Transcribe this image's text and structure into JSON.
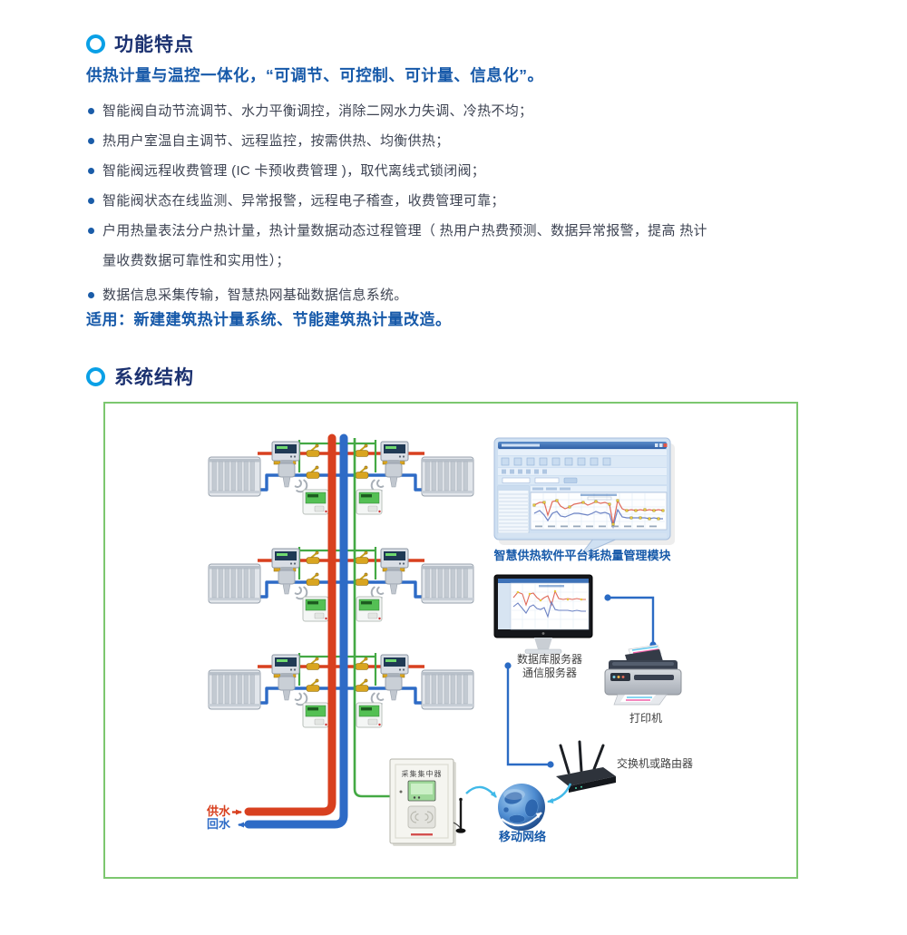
{
  "features": {
    "title": "功能特点",
    "lead": "供热计量与温控一体化，“可调节、可控制、可计量、信息化”。",
    "items": [
      "智能阀自动节流调节、水力平衡调控，消除二网水力失调、冷热不均；",
      "热用户室温自主调节、远程监控，按需供热、均衡供热；",
      "智能阀远程收费管理 (IC 卡预收费管理 )，取代离线式锁闭阀；",
      "智能阀状态在线监测、异常报警，远程电子稽查，收费管理可靠；",
      "户用热量表法分户热计量，热计量数据动态过程管理（ 热用户热费预测、数据异常报警，提高 热计量收费数据可靠性和实用性）；",
      "数据信息采集传输，智慧热网基础数据信息系统。"
    ],
    "applicable": "适用：新建建筑热计量系统、节能建筑热计量改造。"
  },
  "system": {
    "title": "系统结构",
    "labels": {
      "software": "智慧供热软件平台耗热量管理模块",
      "server_line1": "数据库服务器",
      "server_line2": "通信服务器",
      "printer": "打印机",
      "router": "交换机或路由器",
      "mobile": "移动网络",
      "supply": "供水",
      "return": "回水",
      "collector": "采集集中器"
    },
    "colors": {
      "supply_pipe": "#D8401F",
      "return_pipe": "#2E6BC6",
      "data_line": "#44A944",
      "link_line": "#2B6BC4",
      "arrow_cyan": "#41B9E8",
      "accent_blue": "#1659A9",
      "title_navy": "#1B3170",
      "section_ring": "#0AA0E6",
      "border_green": "#7CC76F",
      "valve_brass": "#D9A520"
    }
  }
}
